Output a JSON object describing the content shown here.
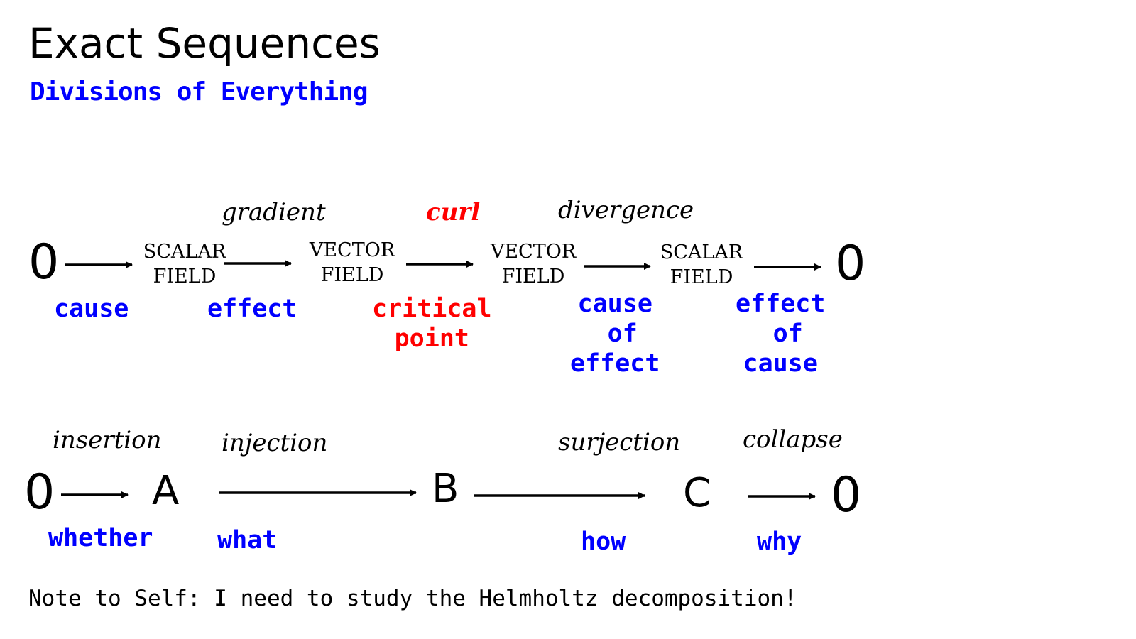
{
  "title": "Exact Sequences",
  "subtitle": "Divisions of Everything",
  "row1": {
    "zero_left": "0",
    "zero_right": "0",
    "objects": [
      {
        "line1": "SCALAR",
        "line2": "FIELD"
      },
      {
        "line1": "VECTOR",
        "line2": "FIELD"
      },
      {
        "line1": "VECTOR",
        "line2": "FIELD"
      },
      {
        "line1": "SCALAR",
        "line2": "FIELD"
      }
    ],
    "operators": [
      "gradient",
      "curl",
      "divergence"
    ],
    "labels": [
      "cause",
      "effect",
      "critical\npoint",
      "cause\n of\neffect",
      "effect\n of\ncause"
    ]
  },
  "row2": {
    "zero_left": "0",
    "zero_right": "0",
    "objects": [
      "A",
      "B",
      "C"
    ],
    "operators": [
      "insertion",
      "injection",
      "surjection",
      "collapse"
    ],
    "labels": [
      "whether",
      "what",
      "how",
      "why"
    ]
  },
  "note": "Note to Self: I need to study the Helmholtz decomposition!",
  "colors": {
    "accent": "#0000ff",
    "highlight": "#ff0000"
  }
}
